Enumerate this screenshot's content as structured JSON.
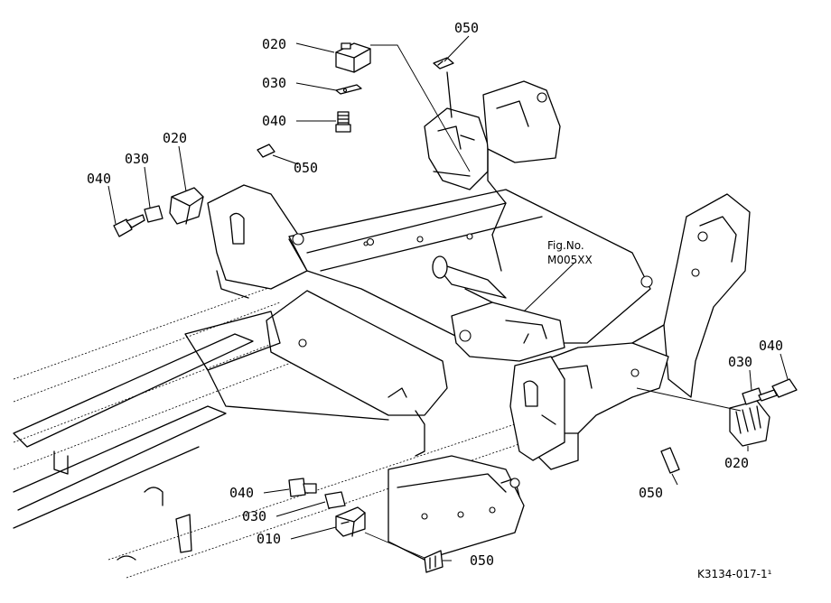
{
  "callouts": [
    {
      "id": "c1",
      "text": "020"
    },
    {
      "id": "c2",
      "text": "030"
    },
    {
      "id": "c3",
      "text": "040"
    },
    {
      "id": "c4",
      "text": "050"
    },
    {
      "id": "c5",
      "text": "020"
    },
    {
      "id": "c6",
      "text": "030"
    },
    {
      "id": "c7",
      "text": "040"
    },
    {
      "id": "c8",
      "text": "050"
    },
    {
      "id": "c9",
      "text": "040"
    },
    {
      "id": "c10",
      "text": "030"
    },
    {
      "id": "c11",
      "text": "020"
    },
    {
      "id": "c12",
      "text": "050"
    },
    {
      "id": "c13",
      "text": "040"
    },
    {
      "id": "c14",
      "text": "030"
    },
    {
      "id": "c15",
      "text": "010"
    },
    {
      "id": "c16",
      "text": "050"
    }
  ],
  "figure_ref": {
    "line1": "Fig.No.",
    "line2": "M005XX"
  },
  "drawing_code": "K3134-017-1¹"
}
